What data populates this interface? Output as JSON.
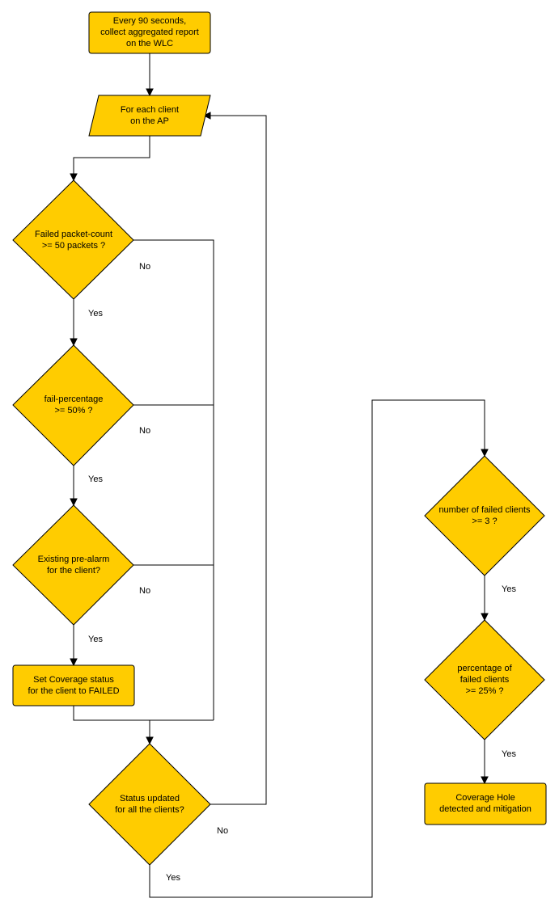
{
  "nodes": {
    "start": [
      "Every 90 seconds,",
      "collect aggregated report",
      "on the WLC"
    ],
    "for_each": [
      "For each client",
      "on the AP"
    ],
    "failed_packet": [
      "Failed packet-count",
      ">= 50 packets ?"
    ],
    "fail_pct": [
      "fail-percentage",
      ">= 50% ?"
    ],
    "pre_alarm": [
      "Existing pre-alarm",
      "for the client?"
    ],
    "set_status": [
      "Set Coverage status",
      "for the client to FAILED"
    ],
    "status_updated": [
      "Status updated",
      "for all the clients?"
    ],
    "num_failed": [
      "number of failed clients",
      ">= 3 ?"
    ],
    "pct_failed": [
      "percentage of",
      "failed clients",
      ">= 25% ?"
    ],
    "coverage_hole": [
      "Coverage Hole",
      "detected and mitigation"
    ]
  },
  "edge_labels": {
    "no_1": "No",
    "yes_1": "Yes",
    "no_2": "No",
    "yes_2": "Yes",
    "no_3": "No",
    "yes_3": "Yes",
    "no_4": "No",
    "yes_4": "Yes",
    "yes_5": "Yes",
    "yes_6": "Yes"
  },
  "colors": {
    "shape_fill": "#FFCC00",
    "stroke": "#000000"
  }
}
